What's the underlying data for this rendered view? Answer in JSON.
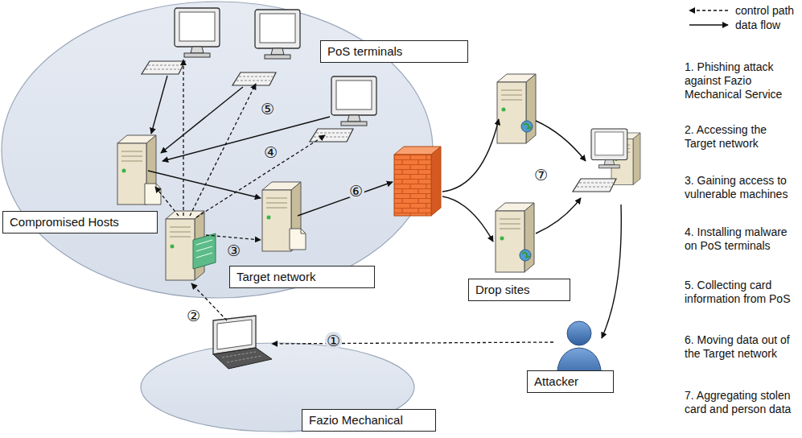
{
  "diagram": {
    "nodes": [
      {
        "text": [
          "PoS terminals"
        ]
      },
      {
        "text": [
          "Compromised Hosts"
        ]
      },
      {
        "text": [
          "Target network"
        ]
      },
      {
        "text": [
          "Drop sites"
        ]
      },
      {
        "text": [
          "Fazio Mechanical"
        ]
      },
      {
        "text": [
          "Attacker"
        ]
      }
    ],
    "labels": [
      "①",
      "②",
      "③",
      "④",
      "⑤",
      "⑥",
      "⑦",
      "1. Phishing attack against Fazio Mechanical Service",
      "2. Accessing the Target network",
      "3. Gaining access to vulnerable machines",
      "4. Installing malware on PoS terminals",
      "5. Collecting card information from PoS",
      "6. Moving data out of the Target network",
      "7. Aggregating stolen card and person data"
    ],
    "legend": [
      {
        "text": "control path"
      },
      {
        "text": "data flow"
      }
    ]
  }
}
